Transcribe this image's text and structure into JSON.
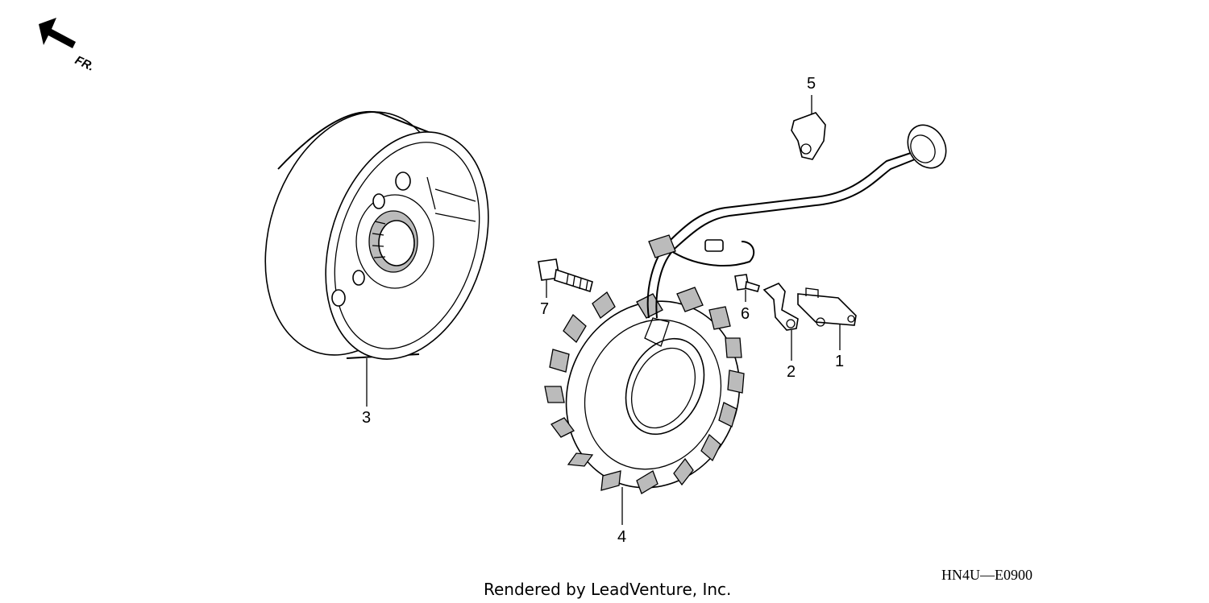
{
  "orientation": {
    "label": "FR.",
    "icon": "front-direction-arrow-icon"
  },
  "callouts": [
    {
      "id": "1",
      "label": "1",
      "part": "regulator-connector"
    },
    {
      "id": "2",
      "label": "2",
      "part": "wire-clamp"
    },
    {
      "id": "3",
      "label": "3",
      "part": "flywheel"
    },
    {
      "id": "4",
      "label": "4",
      "part": "stator-coil"
    },
    {
      "id": "5",
      "label": "5",
      "part": "harness-clip"
    },
    {
      "id": "6",
      "label": "6",
      "part": "small-bolt"
    },
    {
      "id": "7",
      "label": "7",
      "part": "flange-bolt"
    }
  ],
  "diagram_code": "HN4U—E0900",
  "credit": "Rendered by LeadVenture, Inc."
}
